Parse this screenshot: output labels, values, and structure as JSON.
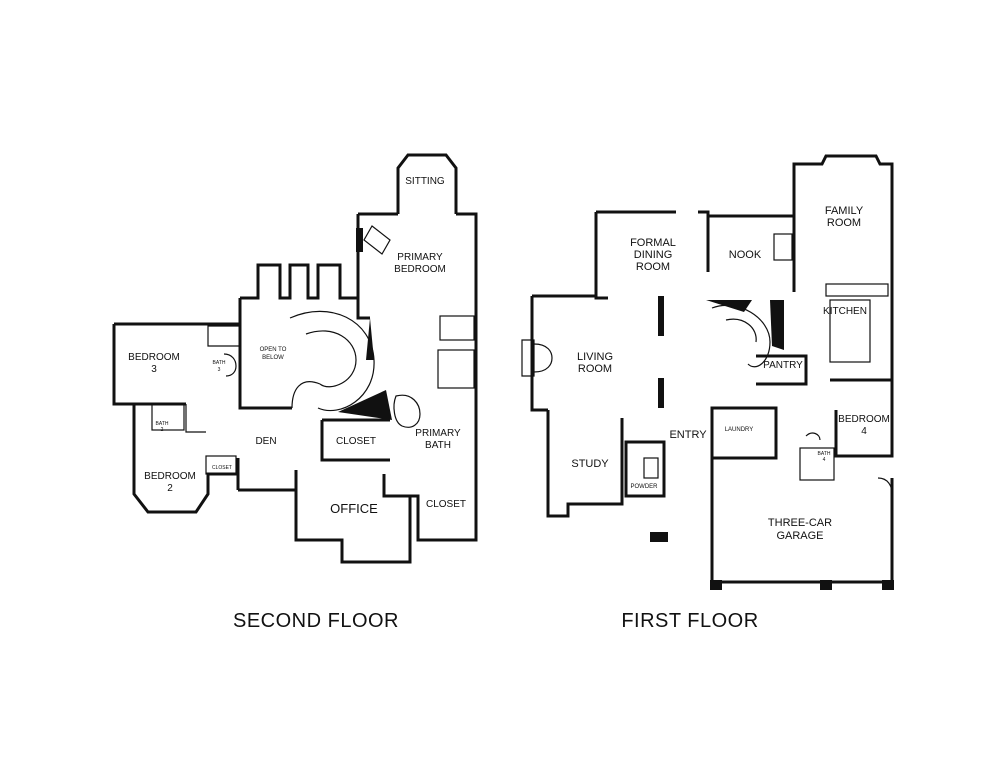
{
  "floors": {
    "second": {
      "title": "SECOND FLOOR",
      "rooms": {
        "sitting": "SITTING",
        "primary_bedroom": [
          "PRIMARY",
          "BEDROOM"
        ],
        "open_to_below": [
          "OPEN TO",
          "BELOW"
        ],
        "bedroom3": [
          "BEDROOM",
          "3"
        ],
        "bath3": [
          "BATH",
          "3"
        ],
        "bath2": [
          "BATH",
          "2"
        ],
        "closet_small": "CLOSET",
        "bedroom2": [
          "BEDROOM",
          "2"
        ],
        "den": "DEN",
        "closet_main": "CLOSET",
        "primary_bath": [
          "PRIMARY",
          "BATH"
        ],
        "office": "OFFICE",
        "closet_lower": "CLOSET"
      }
    },
    "first": {
      "title": "FIRST FLOOR",
      "rooms": {
        "formal_dining": [
          "FORMAL",
          "DINING",
          "ROOM"
        ],
        "nook": "NOOK",
        "family_room": [
          "FAMILY",
          "ROOM"
        ],
        "kitchen": "KITCHEN",
        "living_room": [
          "LIVING",
          "ROOM"
        ],
        "pantry": "PANTRY",
        "bedroom4": [
          "BEDROOM",
          "4"
        ],
        "laundry": "LAUNDRY",
        "entry": "ENTRY",
        "bath4": [
          "BATH",
          "4"
        ],
        "study": "STUDY",
        "powder": "POWDER",
        "garage": [
          "THREE-CAR",
          "GARAGE"
        ]
      }
    }
  }
}
